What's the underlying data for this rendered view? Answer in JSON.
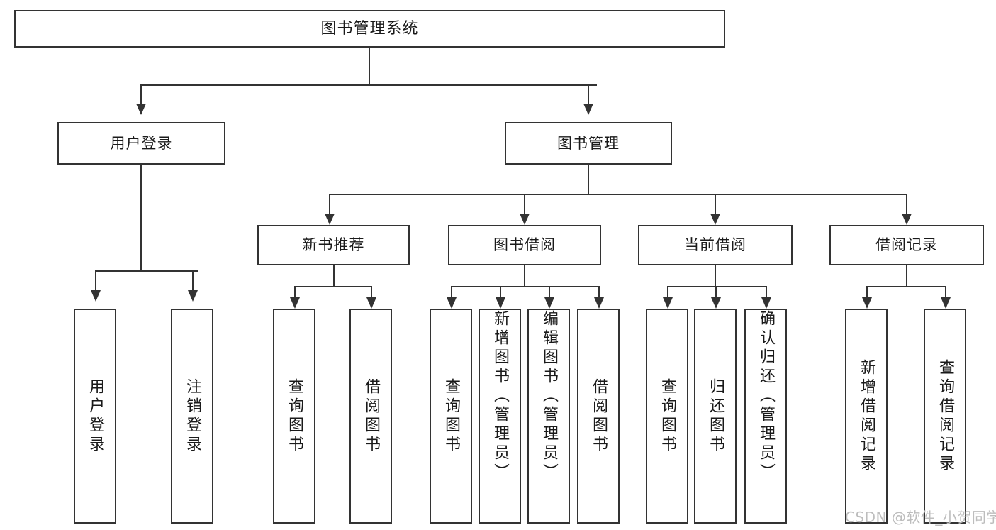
{
  "diagram": {
    "type": "tree",
    "title": "图书管理系统",
    "watermark": "CSDN @软件_小贺同学",
    "colors": {
      "box_border": "#333333",
      "box_fill": "#ffffff",
      "connector": "#333333",
      "text": "#1a1a1a",
      "watermark": "#bdbdbd"
    },
    "nodes": {
      "root": {
        "label": "图书管理系统"
      },
      "level2": [
        {
          "label": "用户登录"
        },
        {
          "label": "图书管理"
        }
      ],
      "level3": [
        {
          "label": "新书推荐"
        },
        {
          "label": "图书借阅"
        },
        {
          "label": "当前借阅"
        },
        {
          "label": "借阅记录"
        }
      ],
      "leaves": {
        "user_login": [
          {
            "label": "用户登录"
          },
          {
            "label": "注销登录"
          }
        ],
        "new_book_recommend": [
          {
            "label": "查询图书"
          },
          {
            "label": "借阅图书"
          }
        ],
        "book_borrow": [
          {
            "label": "查询图书"
          },
          {
            "label": "新增图书（管理员）"
          },
          {
            "label": "编辑图书（管理员）"
          },
          {
            "label": "借阅图书"
          }
        ],
        "current_borrow": [
          {
            "label": "查询图书"
          },
          {
            "label": "归还图书"
          },
          {
            "label": "确认归还（管理员）"
          }
        ],
        "borrow_record": [
          {
            "label": "新增借阅记录"
          },
          {
            "label": "查询借阅记录"
          }
        ]
      }
    }
  }
}
